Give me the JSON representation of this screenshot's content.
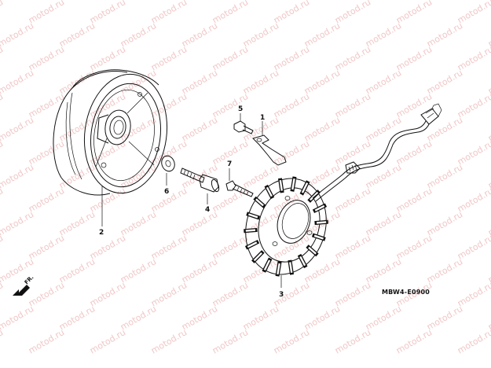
{
  "watermark": {
    "text": "motod.ru",
    "color": "#f1c7c7"
  },
  "diagram": {
    "code": "MBW4-E0900",
    "direction_label": "FR.",
    "callouts": [
      {
        "id": "c1",
        "number": "1",
        "part": "clamp"
      },
      {
        "id": "c2",
        "number": "2",
        "part": "flywheel"
      },
      {
        "id": "c3",
        "number": "3",
        "part": "stator"
      },
      {
        "id": "c4",
        "number": "4",
        "part": "flywheel-bolt"
      },
      {
        "id": "c5",
        "number": "5",
        "part": "clamp-bolt"
      },
      {
        "id": "c6",
        "number": "6",
        "part": "washer"
      },
      {
        "id": "c7",
        "number": "7",
        "part": "stator-bolt"
      }
    ]
  }
}
